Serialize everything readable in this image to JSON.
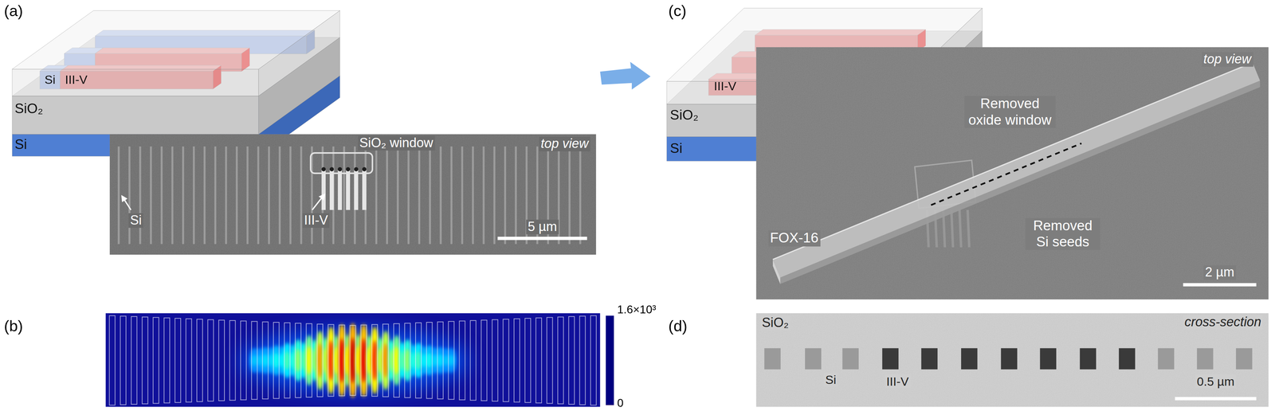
{
  "diagram": {
    "labels": [
      "(a)",
      "Si",
      "III-V",
      "SiO₂",
      "Si",
      "SiO₂ window",
      "top view",
      "Si",
      "III-V",
      "5 µm",
      "(b)",
      "1.6×10³",
      "0",
      "(c)",
      "III-V",
      "SiO₂",
      "Si",
      "Removed oxide window",
      "top view",
      "FOX-16",
      "Removed Si seeds",
      "2 µm",
      "(d)",
      "SiO₂",
      "cross-section",
      "Si",
      "III-V",
      "0.5 µm"
    ]
  }
}
